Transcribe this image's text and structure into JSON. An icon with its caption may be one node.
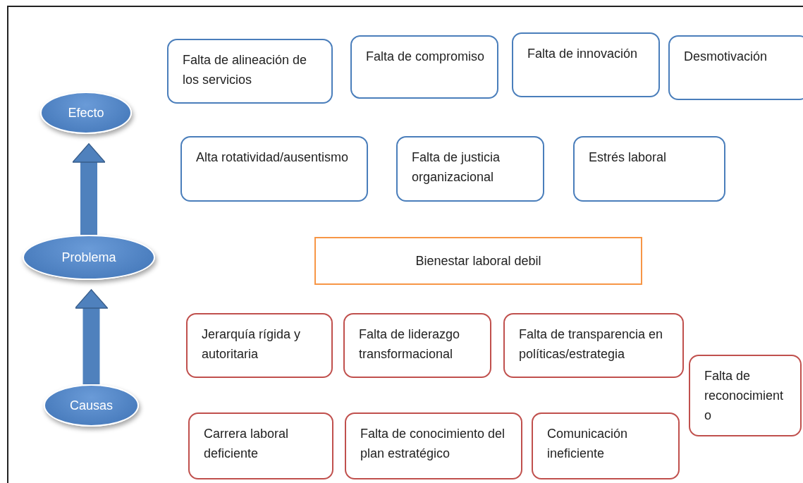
{
  "diagram": {
    "nodes": [
      {
        "text": [
          "Efecto"
        ]
      },
      {
        "text": [
          "Falta de alineación de los servicios"
        ]
      },
      {
        "text": [
          "Falta de compromiso"
        ]
      },
      {
        "text": [
          "Falta de innovación"
        ]
      },
      {
        "text": [
          "Desmotivación"
        ]
      },
      {
        "text": [
          "Alta rotatividad/ausentismo"
        ]
      },
      {
        "text": [
          "Falta de justicia organizacional"
        ]
      },
      {
        "text": [
          "Estrés laboral"
        ]
      },
      {
        "text": [
          "Problema"
        ]
      },
      {
        "text": [
          "Bienestar laboral debil"
        ]
      },
      {
        "text": [
          "Jerarquía rígida y autoritaria"
        ]
      },
      {
        "text": [
          "Falta de liderazgo transformacional"
        ]
      },
      {
        "text": [
          "Falta de transparencia en políticas/estrategia"
        ]
      },
      {
        "text": [
          "Falta de reconocimiento"
        ]
      },
      {
        "text": [
          "Causas"
        ]
      },
      {
        "text": [
          "Carrera laboral deficiente"
        ]
      },
      {
        "text": [
          "Falta de conocimiento del plan estratégico"
        ]
      },
      {
        "text": [
          "Comunicación ineficiente"
        ]
      }
    ],
    "edges": [
      {
        "from": 14,
        "to": 8,
        "arrow": "to"
      },
      {
        "from": 8,
        "to": 0,
        "arrow": "to"
      }
    ]
  }
}
